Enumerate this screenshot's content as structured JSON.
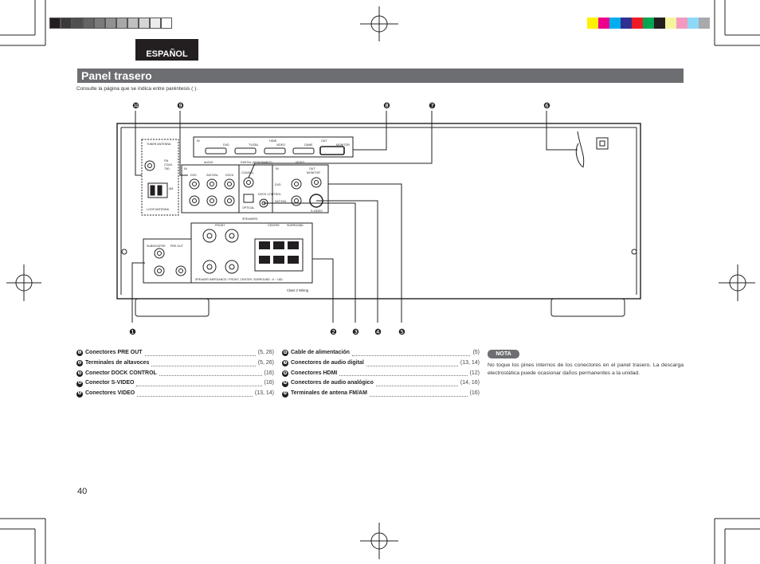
{
  "header": {
    "language": "ESPAÑOL",
    "title": "Panel trasero",
    "consult_note": "Consulte la página que se indica entre paréntesis ( )."
  },
  "callouts": [
    "❿",
    "❾",
    "❽",
    "❼",
    "❻",
    "❶",
    "❷",
    "❸",
    "❹",
    "❺"
  ],
  "panel_labels": {
    "tuner_antenna": "TUNER ANTENNA",
    "fm": "FM",
    "fm_coax": "COAX.",
    "fm_ohm": "75Ω",
    "am": "AM",
    "loop_antenna": "LOOP ANTENNA",
    "hdmi_header": "HDMI",
    "hdmi_in": "IN",
    "hdmi_out": "OUT",
    "hdmi_dvd": "DVD",
    "hdmi_tv": "TV/CBL",
    "hdmi_video": "VIDEO",
    "hdmi_game": "GAME",
    "monitor": "MONITOR",
    "audio": "AUDIO",
    "audio_in": "IN",
    "dvd": "DVD",
    "sat_cbl": "SAT/CBL",
    "doc": "DOCK",
    "digital_header": "DIGITAL (ASSIGNABLE)",
    "coaxial": "COAXIAL",
    "optical": "OPTICAL",
    "video": "VIDEO",
    "video_in": "IN",
    "video_out": "OUT",
    "monitor_out": "MONITOR",
    "dock_control": "DOCK CONTROL",
    "s_video": "S-VIDEO",
    "speakers": "SPEAKERS",
    "front": "FRONT",
    "center": "CENTER",
    "surround": "SURROUND",
    "subwoofer": "SUBWOOFER",
    "pre_out": "PRE OUT",
    "impedance": "SPEAKER IMPEDANCE / FRONT, CENTER, SURROUND : 6 ~ 16Ω",
    "class2": "Class 2 Wiring"
  },
  "legend_left": [
    {
      "n": "❶",
      "label": "Conectores PRE OUT",
      "page": "(5, 26)"
    },
    {
      "n": "❷",
      "label": "Terminales de altavoces",
      "page": "(5, 26)"
    },
    {
      "n": "❸",
      "label": "Conector DOCK CONTROL",
      "page": "(16)"
    },
    {
      "n": "❹",
      "label": "Conector S-VIDEO",
      "page": "(16)"
    },
    {
      "n": "❺",
      "label": "Conectores VIDEO",
      "page": "(13, 14)"
    }
  ],
  "legend_right": [
    {
      "n": "❻",
      "label": "Cable de alimentación",
      "page": "(5)"
    },
    {
      "n": "❼",
      "label": "Conectores de audio digital",
      "page": "(13, 14)"
    },
    {
      "n": "❽",
      "label": "Conectores HDMI",
      "page": "(12)"
    },
    {
      "n": "❾",
      "label": "Conectores de audio analógico",
      "page": "(14, 16)"
    },
    {
      "n": "❿",
      "label": "Terminales de antena FM/AM",
      "page": "(16)"
    }
  ],
  "note": {
    "badge": "NOTA",
    "text": "No toque los pines internos de los conectores en el panel trasero. La descarga electrostática puede ocasionar daños permanentes a la unidad."
  },
  "page_number": "40",
  "colors": {
    "title_bar": "#6d6e71",
    "tab": "#231f20",
    "cyan": "#00aeef",
    "magenta": "#ec008c",
    "yellow": "#fff200"
  }
}
